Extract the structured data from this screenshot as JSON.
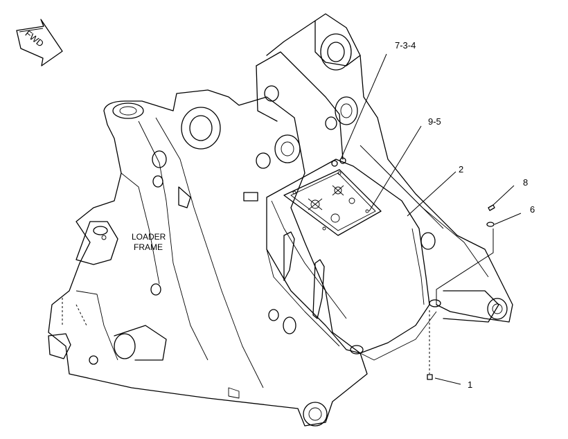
{
  "badge": {
    "text": "FWD"
  },
  "frame_label": {
    "line1": "LOADER",
    "line2": "FRAME"
  },
  "callouts": [
    {
      "id": "7-3-4",
      "text": "7-3-4"
    },
    {
      "id": "9-5",
      "text": "9-5"
    },
    {
      "id": "2",
      "text": "2"
    },
    {
      "id": "8",
      "text": "8"
    },
    {
      "id": "6",
      "text": "6"
    },
    {
      "id": "1",
      "text": "1"
    }
  ]
}
